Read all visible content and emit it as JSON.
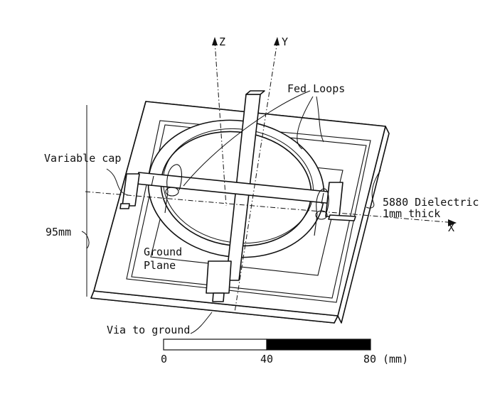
{
  "labels": {
    "z_axis": "Z",
    "y_axis": "Y",
    "x_axis": "X",
    "fed_loops": "Fed Loops",
    "variable_cap": "Variable cap",
    "dielectric_line1": "5880 Dielectric",
    "dielectric_line2": "1mm thick",
    "dimension": "95mm",
    "ground_line1": "Ground",
    "ground_line2": "Plane",
    "via": "Via to ground"
  },
  "scale_bar": {
    "ticks": [
      "0",
      "40",
      "80"
    ],
    "unit": "(mm)",
    "fill_color": "#000000",
    "empty_color": "#ffffff"
  }
}
